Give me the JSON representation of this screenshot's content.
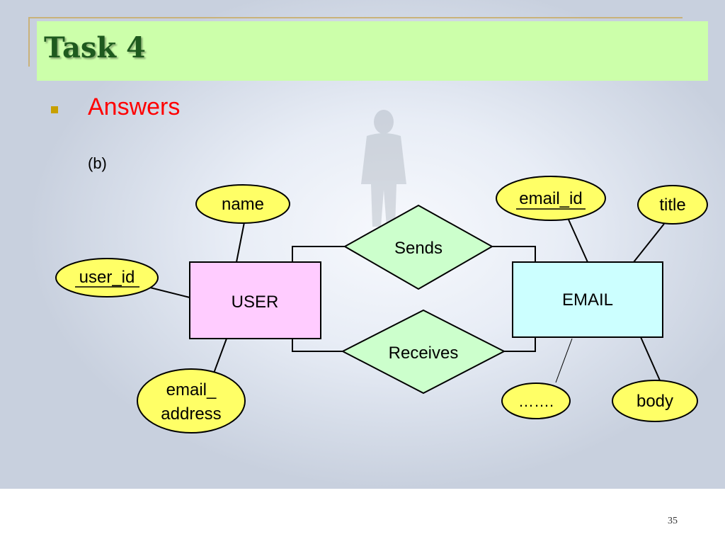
{
  "slide": {
    "title": "Task 4",
    "bullet": "Answers",
    "part": "(b)",
    "page_number": "35"
  },
  "diagram": {
    "entities": {
      "user": "USER",
      "email": "EMAIL"
    },
    "relationships": {
      "sends": "Sends",
      "receives": "Receives"
    },
    "attributes": {
      "name": "name",
      "user_id": "user_id",
      "email_address_line1": "email_",
      "email_address_line2": "address",
      "email_id": "email_id",
      "title": "title",
      "ellipsis": "…….",
      "body": "body"
    },
    "colors": {
      "entity_user": "#ffccff",
      "entity_email": "#ccffff",
      "relationship": "#ccffcc",
      "attribute": "#ffff66",
      "title_bar": "#ccffaa",
      "bullet_text": "#ff0000"
    }
  }
}
